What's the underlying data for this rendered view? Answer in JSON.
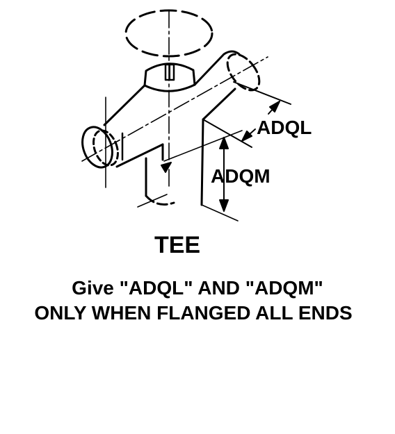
{
  "labels": {
    "dim_l": "ADQL",
    "dim_m": "ADQM",
    "title": "TEE",
    "note_line1": "Give \"ADQL\" AND \"ADQM\"",
    "note_line2": "ONLY WHEN FLANGED ALL ENDS"
  }
}
